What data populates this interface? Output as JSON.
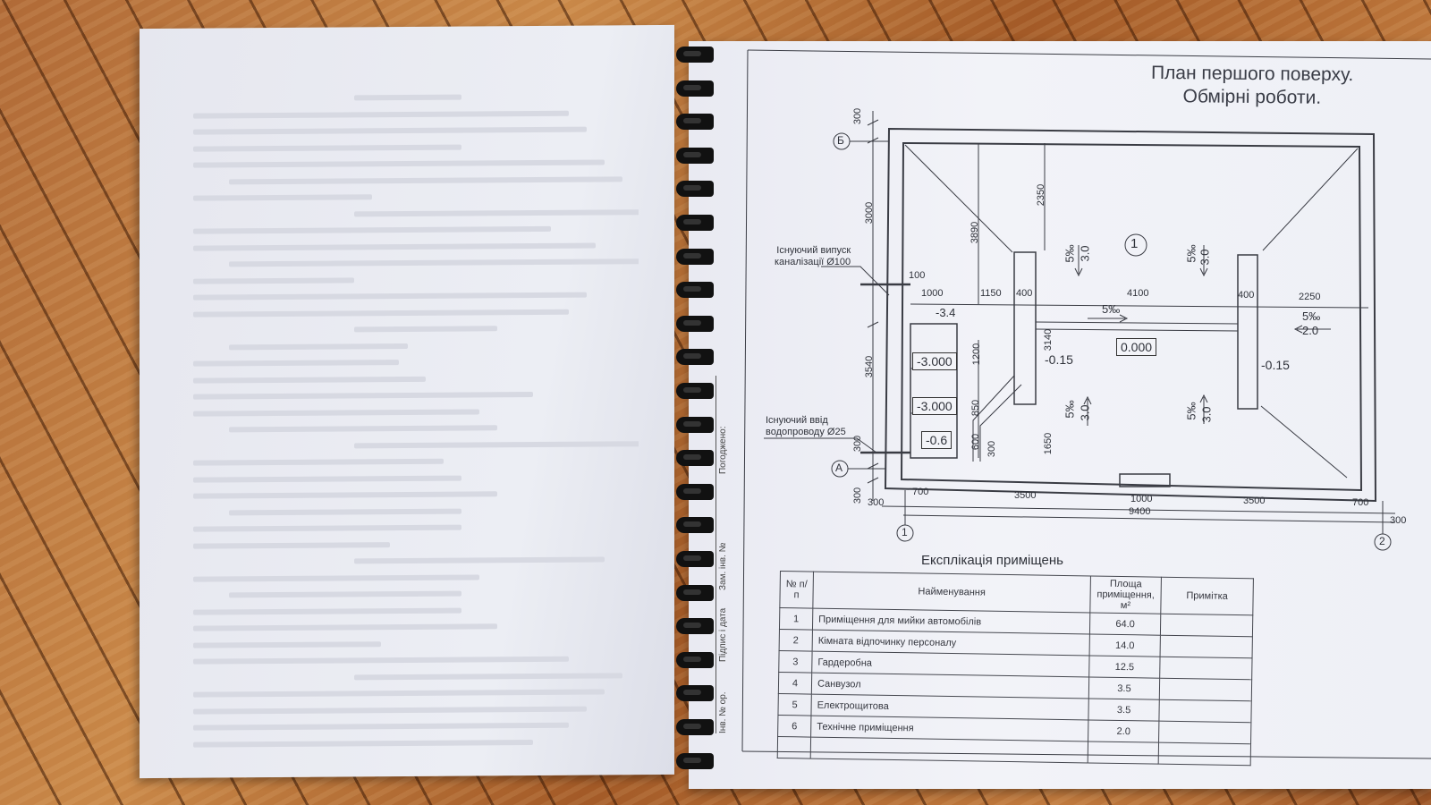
{
  "drawing": {
    "title_line1": "План першого поверху.",
    "title_line2": "Обмірні роботи.",
    "labels": {
      "sewer_line1": "Існуючий випуск",
      "sewer_line2": "каналізації Ø100",
      "water_line1": "Існуючий ввід",
      "water_line2": "водопроводу Ø25",
      "axis_b": "Б",
      "axis_a": "А",
      "axis_1": "1",
      "axis_2": "2",
      "room_1": "1"
    },
    "dims": {
      "d300_top": "300",
      "d3000": "3000",
      "d3540": "3540",
      "d300_left": "300",
      "d300_left2": "300",
      "d3890": "3890",
      "d2350": "2350",
      "d100": "100",
      "d1000": "1000",
      "d1150": "1150",
      "d400a": "400",
      "d4100": "4100",
      "d400b": "400",
      "d2250": "2250",
      "d1200": "1200",
      "d850": "850",
      "d600": "600",
      "d3140": "3140",
      "d1650": "1650",
      "d300_mid": "300",
      "d300_bottom": "300",
      "d700a": "700",
      "d3500a": "3500",
      "d1000b": "1000",
      "d3500b": "3500",
      "d700b": "700",
      "d9400": "9400",
      "d300_right": "300"
    },
    "levels": {
      "m34": "-3.4",
      "m3000a": "-3.000",
      "m3000b": "-3.000",
      "m06": "-0.6",
      "m015a": "-0.15",
      "m015b": "-0.15",
      "zero": "0.000"
    },
    "slopes": {
      "s1": "5‰",
      "s1b": "3.0",
      "s2": "5‰",
      "s2b": "3.0",
      "s3": "5‰",
      "s4": "5‰",
      "s4b": "2.0",
      "s5": "5‰",
      "s5b": "3.0",
      "s6": "5‰",
      "s6b": "3.0"
    }
  },
  "stamp": {
    "f1": "Інв. № ор.",
    "f2": "Підпис і дата",
    "f3": "Зам. інв. №",
    "f4": "Погоджено:"
  },
  "explication": {
    "title": "Експлікація приміщень",
    "headers": {
      "num": "№ п/п",
      "name": "Найменування",
      "area": "Площа приміщення, м²",
      "note": "Примітка"
    },
    "rows": [
      {
        "num": "1",
        "name": "Приміщення для мийки автомобілів",
        "area": "64.0",
        "note": ""
      },
      {
        "num": "2",
        "name": "Кімната відпочинку персоналу",
        "area": "14.0",
        "note": ""
      },
      {
        "num": "3",
        "name": "Гардеробна",
        "area": "12.5",
        "note": ""
      },
      {
        "num": "4",
        "name": "Санвузол",
        "area": "3.5",
        "note": ""
      },
      {
        "num": "5",
        "name": "Електрощитова",
        "area": "3.5",
        "note": ""
      },
      {
        "num": "6",
        "name": "Технічне приміщення",
        "area": "2.0",
        "note": ""
      }
    ]
  }
}
